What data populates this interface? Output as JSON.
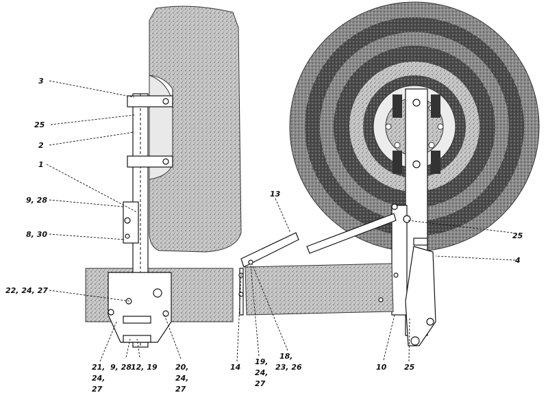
{
  "callouts": {
    "c3": "3",
    "c25a": "25",
    "c2": "2",
    "c1": "1",
    "c9_28a": "9, 28",
    "c8_30": "8, 30",
    "c22_24_27": "22, 24, 27",
    "c21": "21,",
    "c21b": "24,",
    "c21c": "27",
    "c9_28b": "9, 28",
    "c12_19": "12, 19",
    "c20": "20,",
    "c20b": "24,",
    "c20c": "27",
    "c13": "13",
    "c14": "14",
    "c19": "19,",
    "c19b": "24,",
    "c19c": "27",
    "c18": "18,",
    "c18b": "23, 26",
    "c10": "10",
    "c25b": "25",
    "c25c": "25",
    "c4": "4"
  }
}
